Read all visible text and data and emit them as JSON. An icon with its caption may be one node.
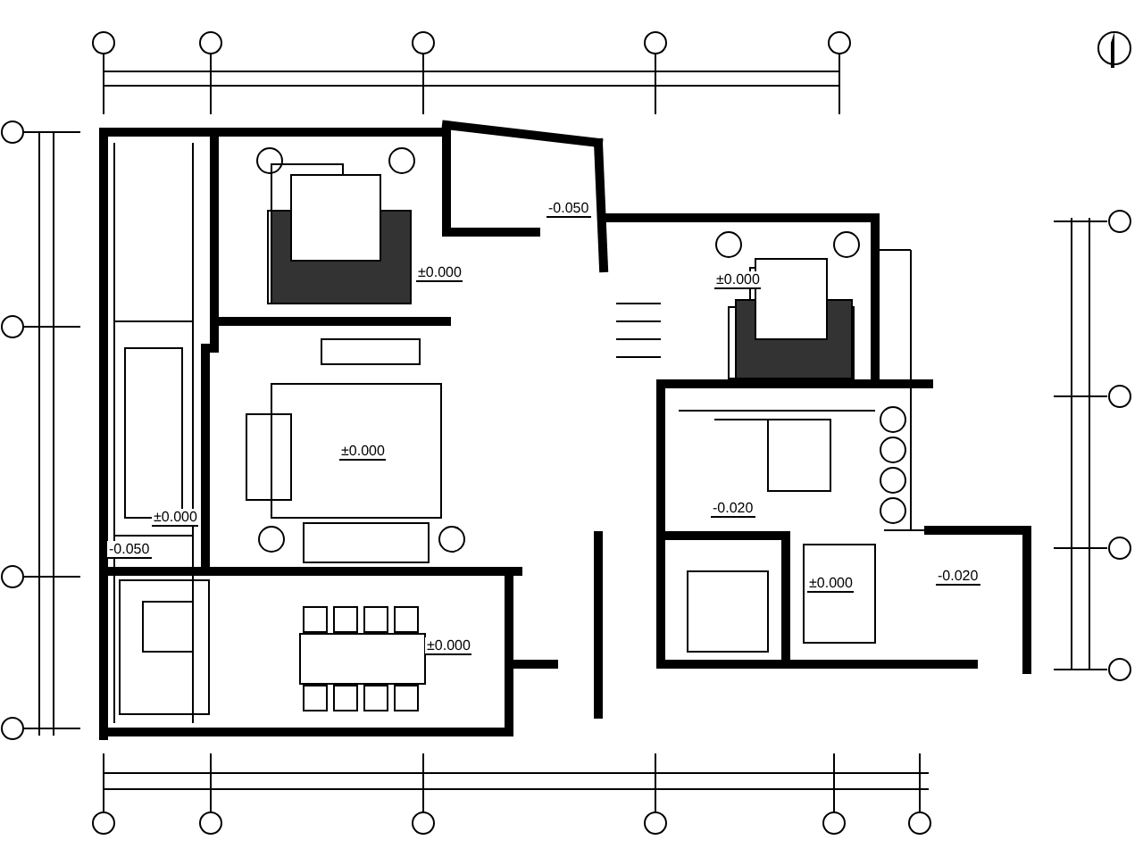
{
  "diagram": {
    "labels": [
      "±0.000",
      "-0.050",
      "±0.000",
      "±0.000",
      "±0.000",
      "-0.050",
      "±0.000",
      "-0.020",
      "±0.000",
      "-0.020"
    ]
  }
}
